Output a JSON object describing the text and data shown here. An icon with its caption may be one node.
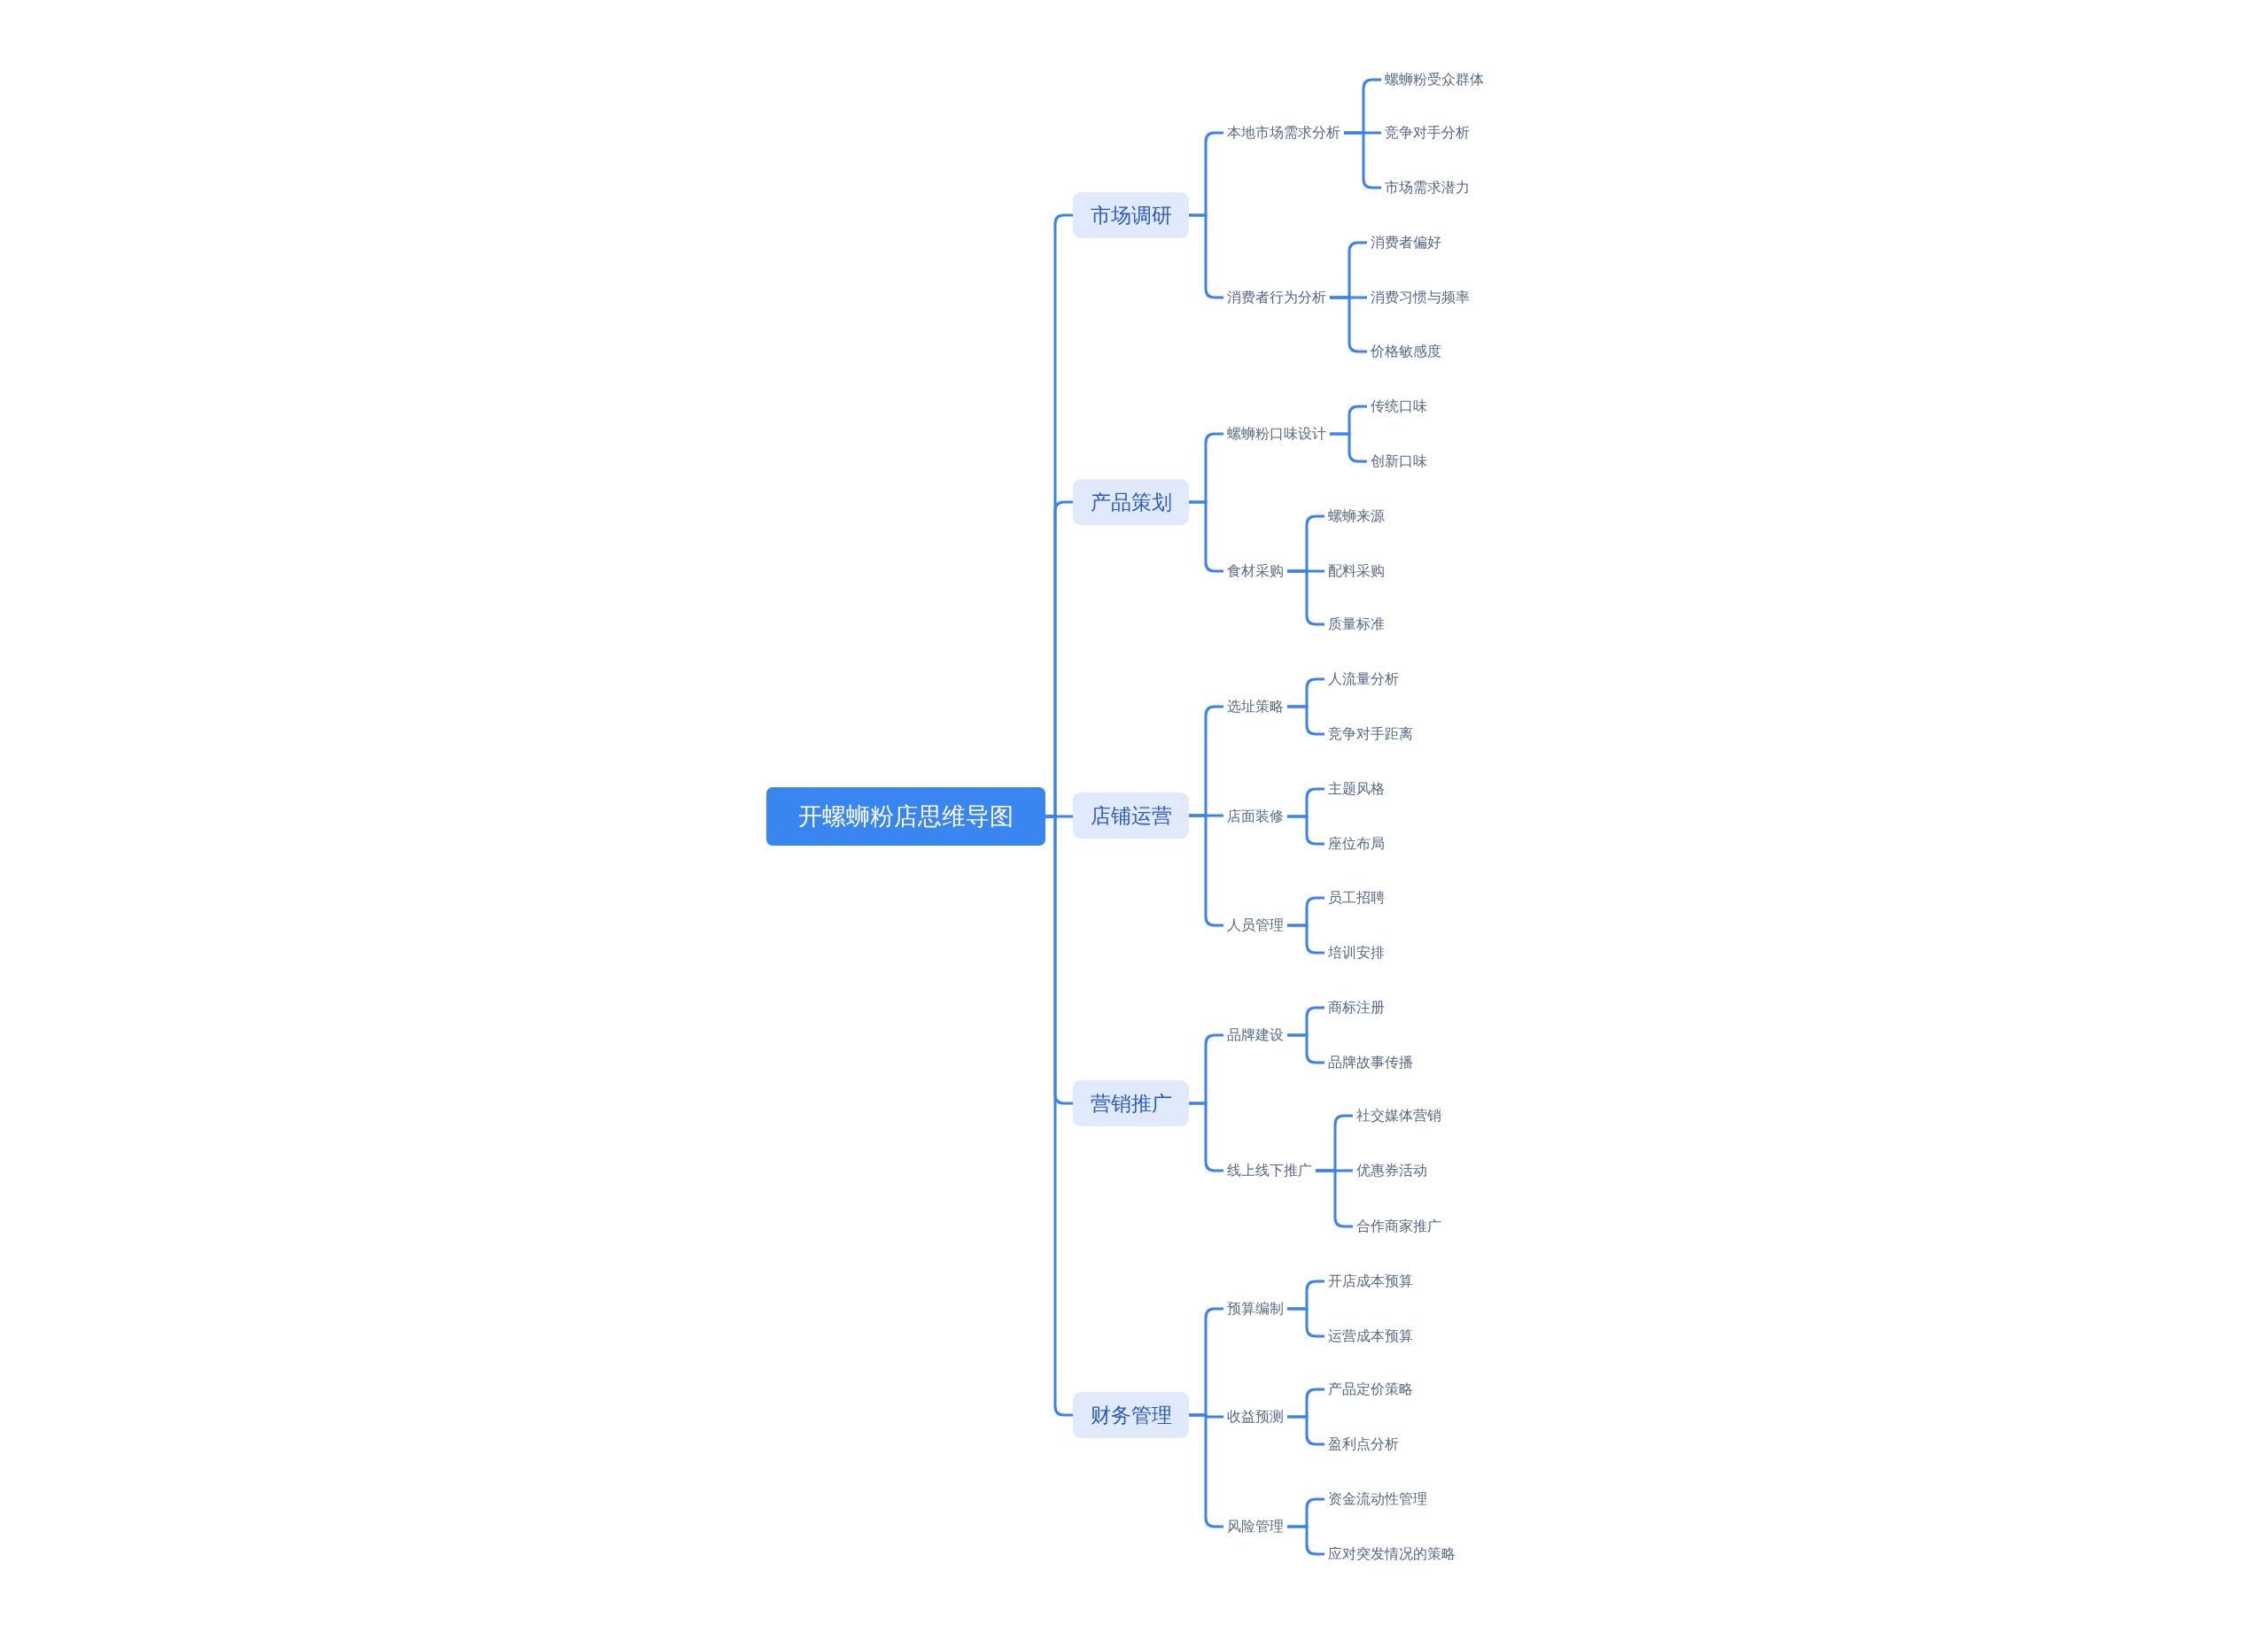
{
  "diagram": {
    "nodes": [
      {
        "text": [
          "开螺蛳粉店思维导图"
        ]
      },
      {
        "text": [
          "市场调研"
        ]
      },
      {
        "text": [
          "本地市场需求分析"
        ]
      },
      {
        "text": [
          "螺蛳粉受众群体"
        ]
      },
      {
        "text": [
          "竞争对手分析"
        ]
      },
      {
        "text": [
          "市场需求潜力"
        ]
      },
      {
        "text": [
          "消费者行为分析"
        ]
      },
      {
        "text": [
          "消费者偏好"
        ]
      },
      {
        "text": [
          "消费习惯与频率"
        ]
      },
      {
        "text": [
          "价格敏感度"
        ]
      },
      {
        "text": [
          "产品策划"
        ]
      },
      {
        "text": [
          "螺蛳粉口味设计"
        ]
      },
      {
        "text": [
          "传统口味"
        ]
      },
      {
        "text": [
          "创新口味"
        ]
      },
      {
        "text": [
          "食材采购"
        ]
      },
      {
        "text": [
          "螺蛳来源"
        ]
      },
      {
        "text": [
          "配料采购"
        ]
      },
      {
        "text": [
          "质量标准"
        ]
      },
      {
        "text": [
          "店铺运营"
        ]
      },
      {
        "text": [
          "选址策略"
        ]
      },
      {
        "text": [
          "人流量分析"
        ]
      },
      {
        "text": [
          "竞争对手距离"
        ]
      },
      {
        "text": [
          "店面装修"
        ]
      },
      {
        "text": [
          "主题风格"
        ]
      },
      {
        "text": [
          "座位布局"
        ]
      },
      {
        "text": [
          "人员管理"
        ]
      },
      {
        "text": [
          "员工招聘"
        ]
      },
      {
        "text": [
          "培训安排"
        ]
      },
      {
        "text": [
          "营销推广"
        ]
      },
      {
        "text": [
          "品牌建设"
        ]
      },
      {
        "text": [
          "商标注册"
        ]
      },
      {
        "text": [
          "品牌故事传播"
        ]
      },
      {
        "text": [
          "线上线下推广"
        ]
      },
      {
        "text": [
          "社交媒体营销"
        ]
      },
      {
        "text": [
          "优惠券活动"
        ]
      },
      {
        "text": [
          "合作商家推广"
        ]
      },
      {
        "text": [
          "财务管理"
        ]
      },
      {
        "text": [
          "预算编制"
        ]
      },
      {
        "text": [
          "开店成本预算"
        ]
      },
      {
        "text": [
          "运营成本预算"
        ]
      },
      {
        "text": [
          "收益预测"
        ]
      },
      {
        "text": [
          "产品定价策略"
        ]
      },
      {
        "text": [
          "盈利点分析"
        ]
      },
      {
        "text": [
          "风险管理"
        ]
      },
      {
        "text": [
          "资金流动性管理"
        ]
      },
      {
        "text": [
          "应对突发情况的策略"
        ]
      }
    ],
    "edges": [
      {
        "from": 0,
        "to": 1,
        "arrow": "none"
      },
      {
        "from": 1,
        "to": 2,
        "arrow": "none"
      },
      {
        "from": 2,
        "to": 3,
        "arrow": "none"
      },
      {
        "from": 2,
        "to": 4,
        "arrow": "none"
      },
      {
        "from": 2,
        "to": 5,
        "arrow": "none"
      },
      {
        "from": 1,
        "to": 6,
        "arrow": "none"
      },
      {
        "from": 6,
        "to": 7,
        "arrow": "none"
      },
      {
        "from": 6,
        "to": 8,
        "arrow": "none"
      },
      {
        "from": 6,
        "to": 9,
        "arrow": "none"
      },
      {
        "from": 0,
        "to": 10,
        "arrow": "none"
      },
      {
        "from": 10,
        "to": 11,
        "arrow": "none"
      },
      {
        "from": 11,
        "to": 12,
        "arrow": "none"
      },
      {
        "from": 11,
        "to": 13,
        "arrow": "none"
      },
      {
        "from": 10,
        "to": 14,
        "arrow": "none"
      },
      {
        "from": 14,
        "to": 15,
        "arrow": "none"
      },
      {
        "from": 14,
        "to": 16,
        "arrow": "none"
      },
      {
        "from": 14,
        "to": 17,
        "arrow": "none"
      },
      {
        "from": 0,
        "to": 18,
        "arrow": "none"
      },
      {
        "from": 18,
        "to": 19,
        "arrow": "none"
      },
      {
        "from": 19,
        "to": 20,
        "arrow": "none"
      },
      {
        "from": 19,
        "to": 21,
        "arrow": "none"
      },
      {
        "from": 18,
        "to": 22,
        "arrow": "none"
      },
      {
        "from": 22,
        "to": 23,
        "arrow": "none"
      },
      {
        "from": 22,
        "to": 24,
        "arrow": "none"
      },
      {
        "from": 18,
        "to": 25,
        "arrow": "none"
      },
      {
        "from": 25,
        "to": 26,
        "arrow": "none"
      },
      {
        "from": 25,
        "to": 27,
        "arrow": "none"
      },
      {
        "from": 0,
        "to": 28,
        "arrow": "none"
      },
      {
        "from": 28,
        "to": 29,
        "arrow": "none"
      },
      {
        "from": 29,
        "to": 30,
        "arrow": "none"
      },
      {
        "from": 29,
        "to": 31,
        "arrow": "none"
      },
      {
        "from": 28,
        "to": 32,
        "arrow": "none"
      },
      {
        "from": 32,
        "to": 33,
        "arrow": "none"
      },
      {
        "from": 32,
        "to": 34,
        "arrow": "none"
      },
      {
        "from": 32,
        "to": 35,
        "arrow": "none"
      },
      {
        "from": 0,
        "to": 36,
        "arrow": "none"
      },
      {
        "from": 36,
        "to": 37,
        "arrow": "none"
      },
      {
        "from": 37,
        "to": 38,
        "arrow": "none"
      },
      {
        "from": 37,
        "to": 39,
        "arrow": "none"
      },
      {
        "from": 36,
        "to": 40,
        "arrow": "none"
      },
      {
        "from": 40,
        "to": 41,
        "arrow": "none"
      },
      {
        "from": 40,
        "to": 42,
        "arrow": "none"
      },
      {
        "from": 36,
        "to": 43,
        "arrow": "none"
      },
      {
        "from": 43,
        "to": 44,
        "arrow": "none"
      },
      {
        "from": 43,
        "to": 45,
        "arrow": "none"
      }
    ]
  }
}
